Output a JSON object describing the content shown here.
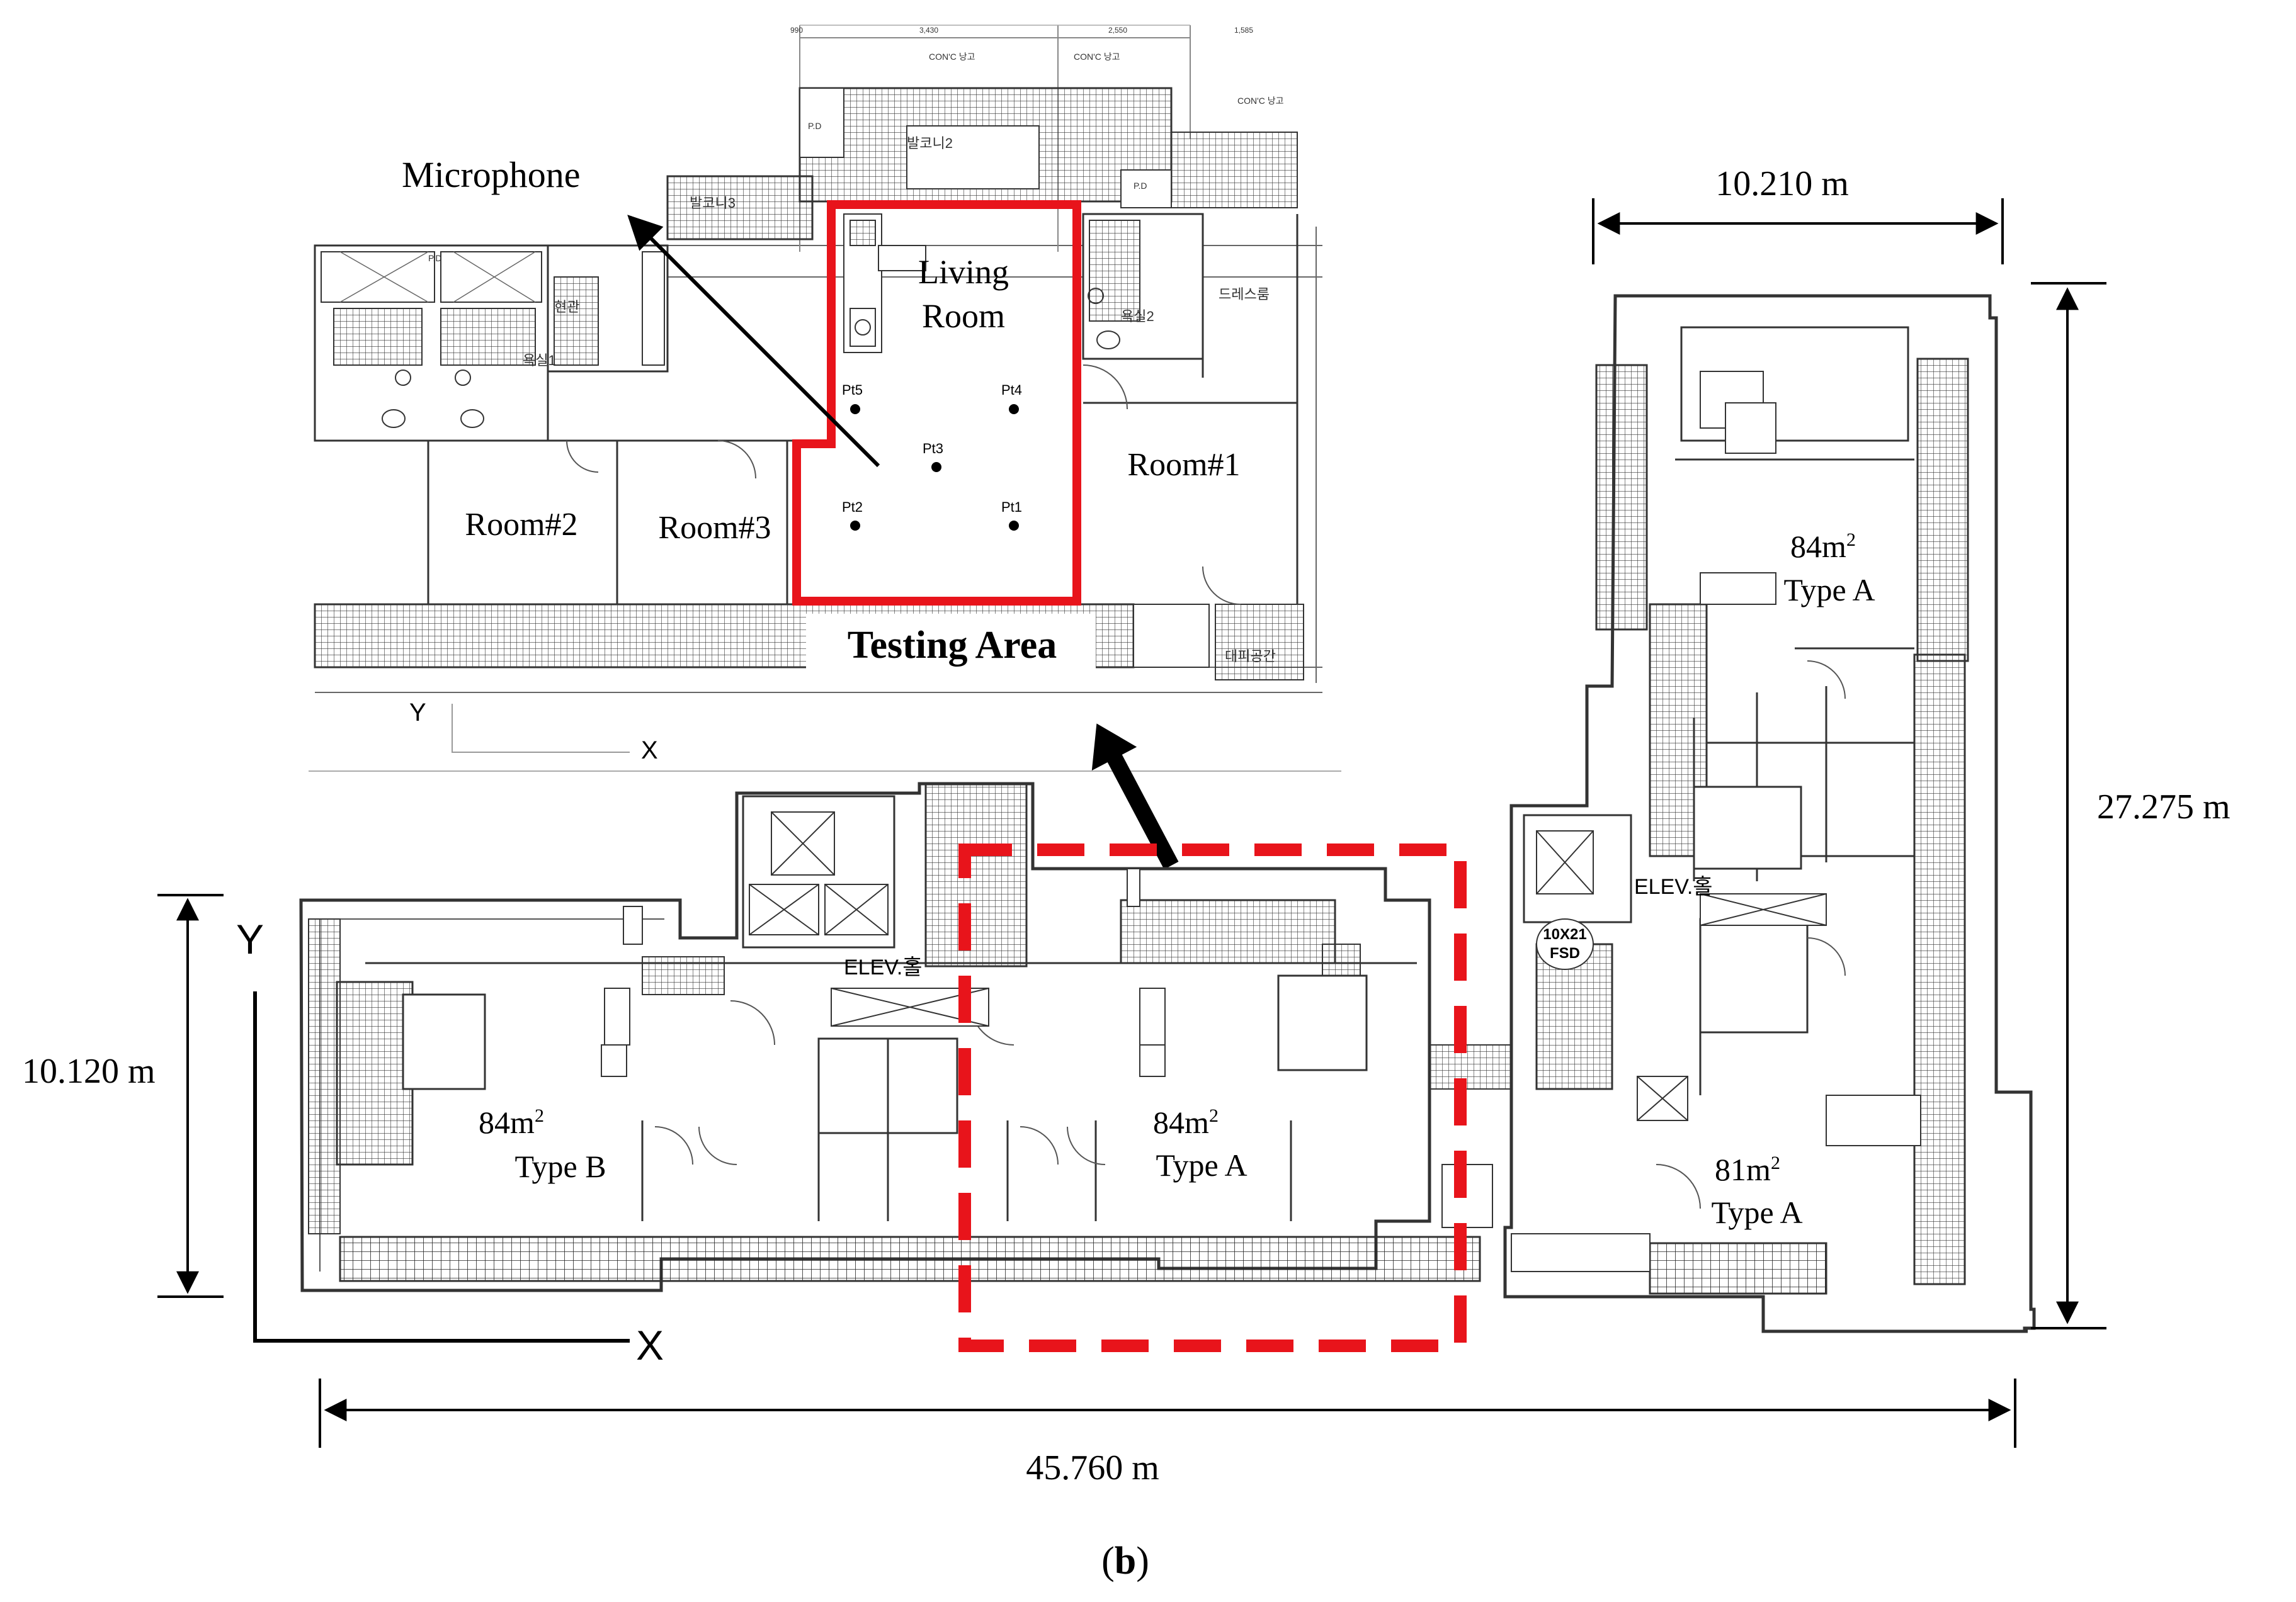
{
  "figure": {
    "panel_label": "(b)",
    "panel_label_letter": "b"
  },
  "detail_plan": {
    "microphone_label": "Microphone",
    "living_room_label_line1": "Living",
    "living_room_label_line2": "Room",
    "testing_area_label": "Testing Area",
    "rooms": [
      "Room#1",
      "Room#2",
      "Room#3"
    ],
    "points": [
      "Pt1",
      "Pt2",
      "Pt3",
      "Pt4",
      "Pt5"
    ],
    "axis_y": "Y",
    "axis_x": "X",
    "korean_labels": {
      "balcony2": "발코니2",
      "balcony3": "발코니3",
      "entrance": "현관",
      "bath1": "욕실1",
      "bath2": "욕실2",
      "dress_room": "드레스룸",
      "shelter": "대피공간",
      "conc": "CON'C 낭고",
      "pd": "P.D"
    },
    "top_dimensions": [
      "990",
      "3,430",
      "2,550",
      "1,585"
    ]
  },
  "building_plan": {
    "dim_width_total": "45.760 m",
    "dim_height_left": "10.120 m",
    "dim_height_right": "27.275 m",
    "dim_width_right": "10.210 m",
    "axis_y": "Y",
    "axis_x": "X",
    "elev_label_left": "ELEV.홀",
    "elev_label_right": "ELEV.홀",
    "fsd_label_line1": "10X21",
    "fsd_label_line2": "FSD",
    "units": [
      {
        "area": "84m",
        "sup": "2",
        "type": "Type B"
      },
      {
        "area": "84m",
        "sup": "2",
        "type": "Type A"
      },
      {
        "area": "84m",
        "sup": "2",
        "type": "Type A"
      },
      {
        "area": "81m",
        "sup": "2",
        "type": "Type A"
      }
    ]
  },
  "colors": {
    "highlight_red": "#e8141b",
    "line_black": "#000000",
    "wall_gray": "#555555"
  }
}
